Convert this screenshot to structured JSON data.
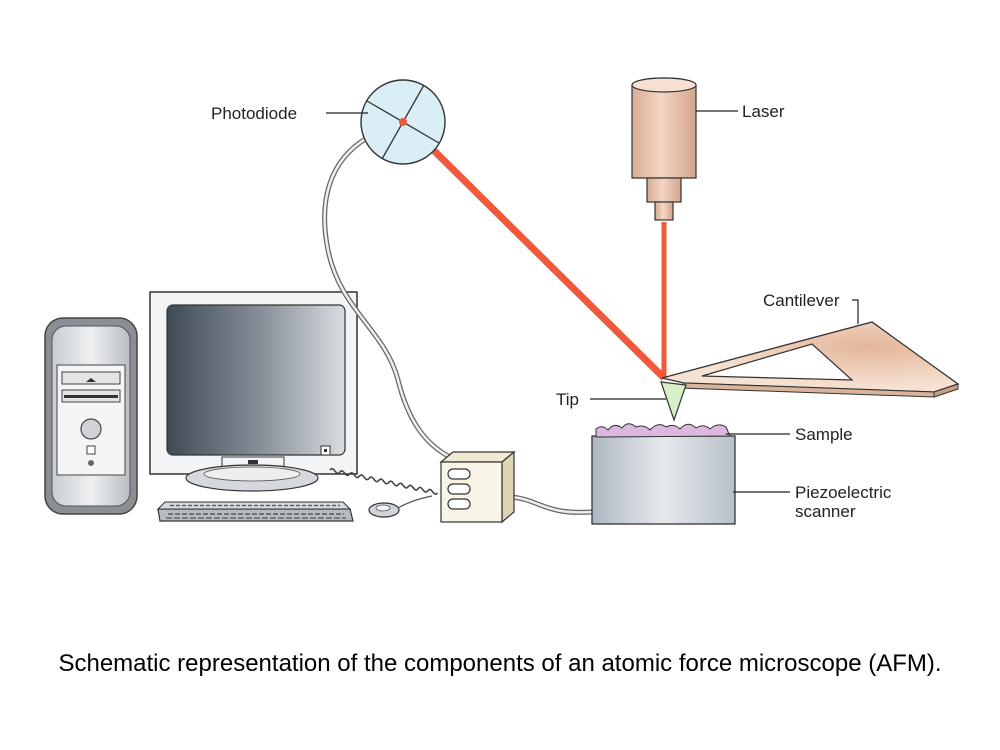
{
  "labels": {
    "photodiode": "Photodiode",
    "laser": "Laser",
    "cantilever": "Cantilever",
    "tip": "Tip",
    "sample": "Sample",
    "piezo_line1": "Piezoelectric",
    "piezo_line2": "scanner"
  },
  "caption": "Schematic representation of the components of an atomic force microscope (AFM).",
  "colors": {
    "laser_beam": "#f0593c",
    "laser_body": "#e8c3ad",
    "cantilever": "#f0d2b9",
    "sample": "#dcb8df",
    "scanner": "#cdd4dc",
    "screen": "#5f6b76"
  }
}
